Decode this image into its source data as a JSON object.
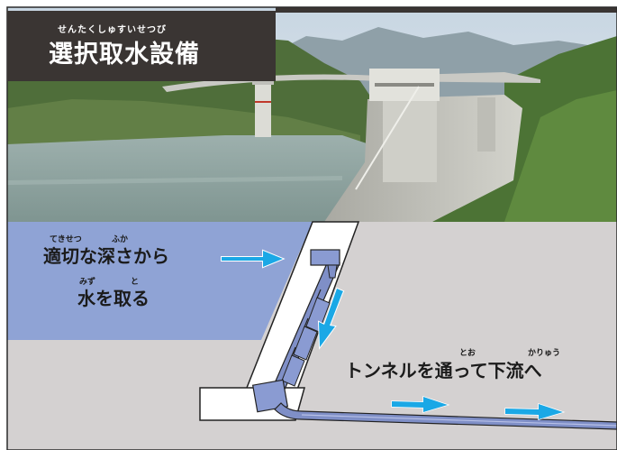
{
  "title": {
    "ruby": "せんたくしゅすいせつび",
    "main": "選択取水設備"
  },
  "label_intake": {
    "line1": "適切な深さから",
    "line2": "水を取る",
    "ruby_tekisetsu": "てきせつ",
    "ruby_fuka": "ふか",
    "ruby_mizu": "みず",
    "ruby_to": "と"
  },
  "label_tunnel": {
    "text": "トンネルを通って下流へ",
    "ruby_too": "とお",
    "ruby_karyuu": "かりゅう"
  },
  "colors": {
    "water": "#8fa3d5",
    "ground": "#d4d1d1",
    "arrow": "#1aa8e6",
    "pipe": "#7f8fc7",
    "title_bg": "#3a3533"
  },
  "icons": [
    "arrow-right-icon",
    "arrow-down-icon"
  ]
}
